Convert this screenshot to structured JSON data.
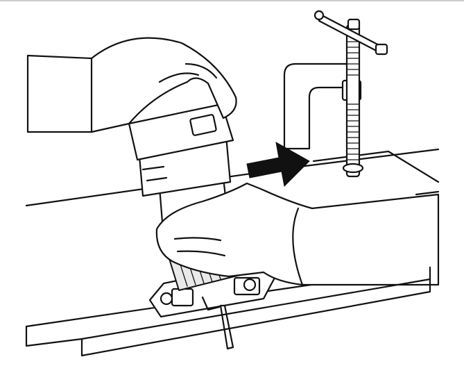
{
  "figure": {
    "background": "#ffffff",
    "line_color": "#111111",
    "arrow_color": "#111111",
    "objects": [
      "workbench-board",
      "bench-clamp",
      "trimmer-router",
      "right-hand",
      "left-hand",
      "straight-guide",
      "feed-direction-arrow"
    ]
  }
}
